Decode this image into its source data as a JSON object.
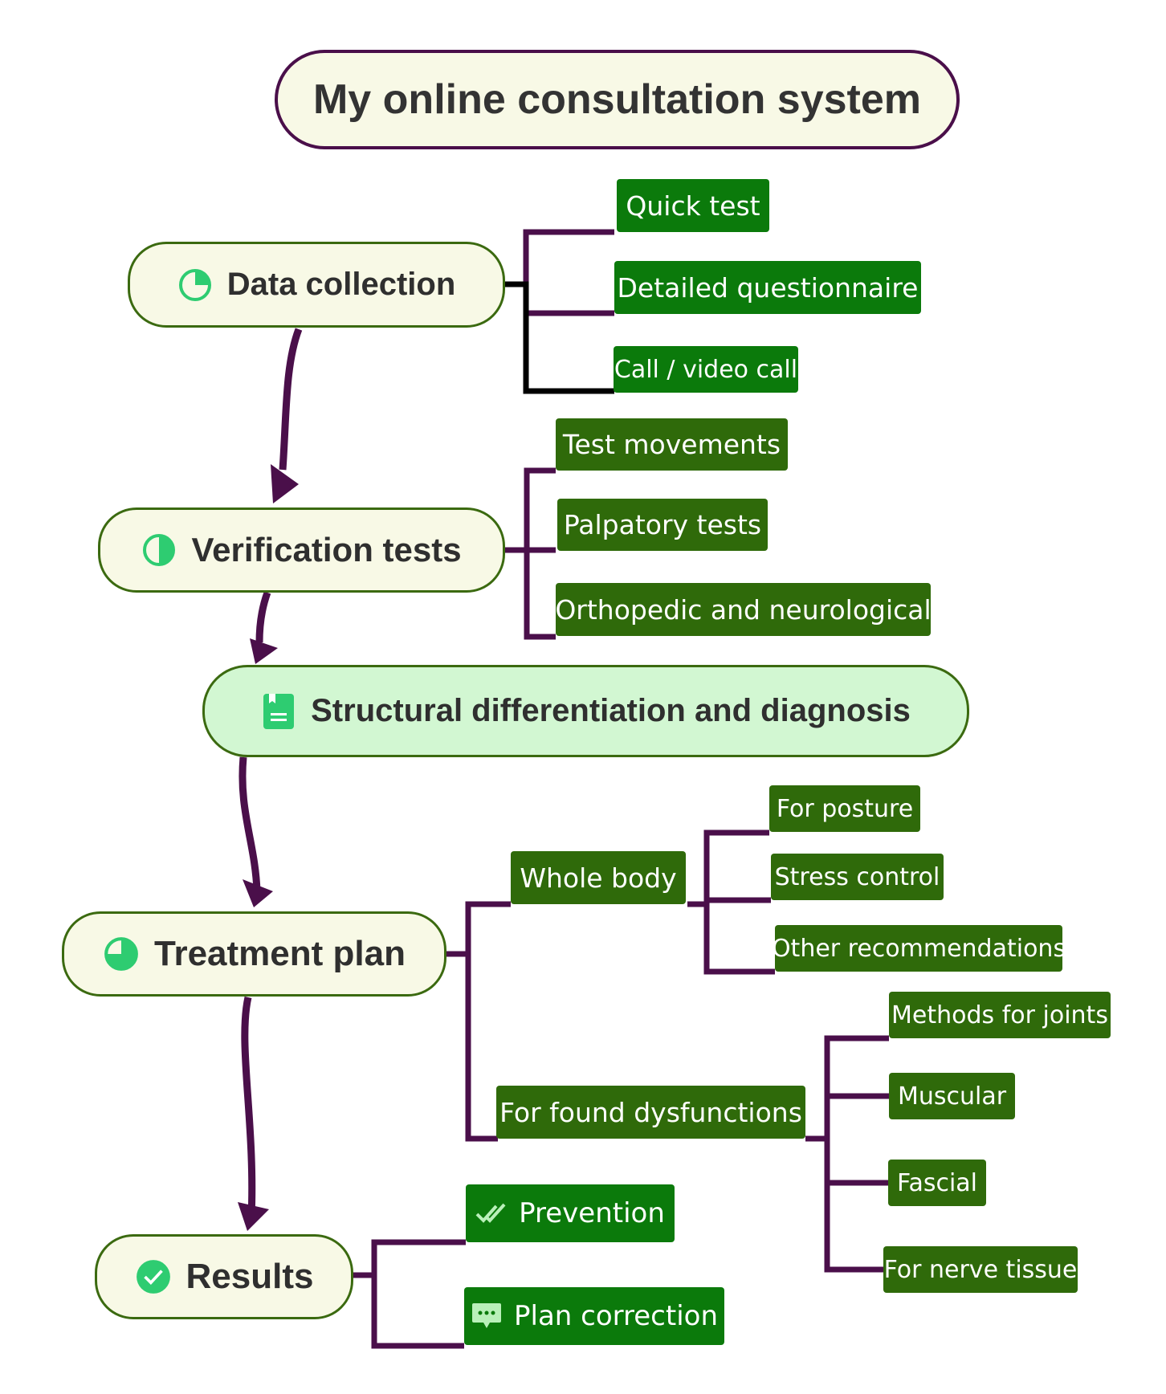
{
  "title": "My online consultation system",
  "stages": {
    "data_collection": "Data collection",
    "verification_tests": "Verification tests",
    "diagnosis": "Structural differentiation and diagnosis",
    "treatment_plan": "Treatment plan",
    "results": "Results"
  },
  "data_collection_items": [
    "Quick test",
    "Detailed questionnaire",
    "Call / video call"
  ],
  "verification_items": [
    "Test movements",
    "Palpatory tests",
    "Orthopedic and neurological"
  ],
  "treatment_branches": {
    "whole_body": "Whole body",
    "found_dysfunctions": "For found dysfunctions"
  },
  "whole_body_items": [
    "For posture",
    "Stress control",
    "Other recommendations"
  ],
  "dysfunction_items": [
    "Methods for joints",
    "Muscular",
    "Fascial",
    "For nerve tissue"
  ],
  "results_items": [
    "Prevention",
    "Plan correction"
  ],
  "icons": {
    "data_collection": "pie-quarter-icon",
    "verification_tests": "half-circle-icon",
    "diagnosis": "document-icon",
    "treatment_plan": "pie-three-quarter-icon",
    "results": "check-circle-icon",
    "prevention": "double-check-icon",
    "plan_correction": "chat-bubble-icon"
  },
  "colors": {
    "connector": "#4a0f4a",
    "node_border": "#3b6a10",
    "node_fill": "#f8f9e6",
    "diagnosis_fill": "#d2f7d2",
    "bright_box": "#0b7a0b",
    "dark_box": "#2f6a0a",
    "icon_green": "#2ecc71"
  }
}
